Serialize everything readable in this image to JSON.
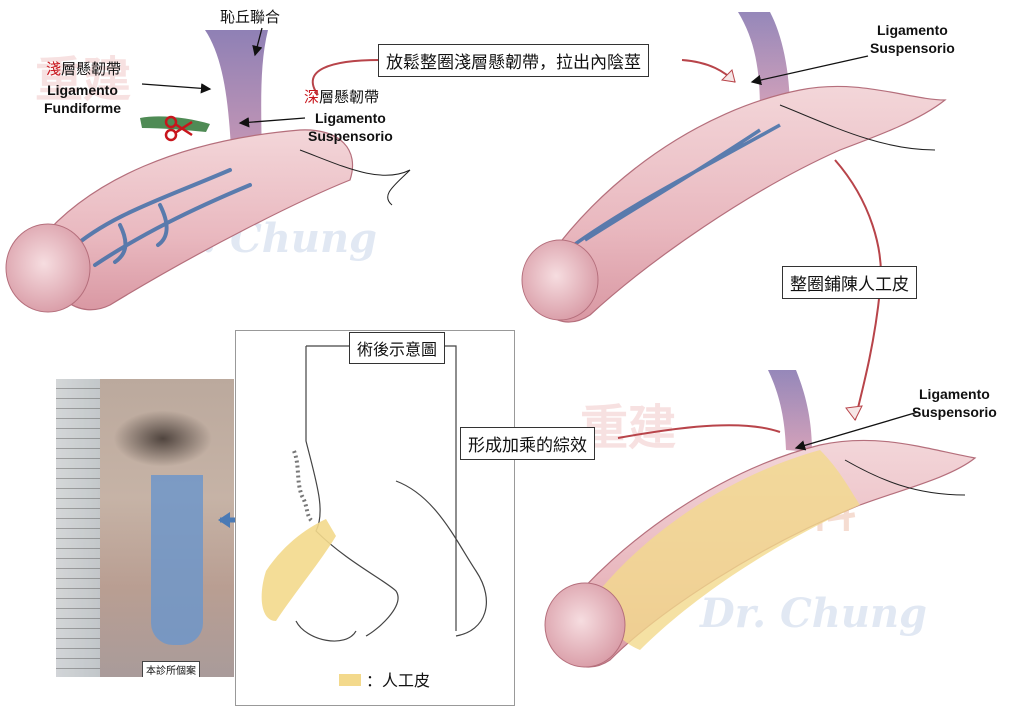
{
  "labels": {
    "pubic_symphysis": "恥丘聯合",
    "superficial_prefix": "淺",
    "superficial_rest": "層懸韌帶",
    "lig_fundiforme": "Ligamento\nFundiforme",
    "deep_prefix": "深",
    "deep_rest": "層懸韌帶",
    "lig_suspensorio_left": "Ligamento\nSuspensorio",
    "lig_suspensorio_top_right": "Ligamento\nSuspensorio",
    "lig_suspensorio_bottom_right": "Ligamento\nSuspensorio"
  },
  "boxes": {
    "release": "放鬆整圈淺層懸韌帶，拉出內陰莖",
    "graft": "整圈鋪陳人工皮",
    "postop_title": "術後示意圖",
    "effect": "形成加乘的綜效"
  },
  "photo_caption": "本診所個案",
  "legend": {
    "label": "：人工皮"
  },
  "watermark": {
    "brand_cn": "重建",
    "brand_cn2": "外科",
    "brand_en": "Dr. Chung"
  },
  "colors": {
    "accent_red": "#c8161d",
    "graft_yellow": "#f3d98c",
    "vein_blue": "#3f6fa8",
    "tissue_pink": "#e8b9be",
    "arrow_red": "#b8444a"
  }
}
